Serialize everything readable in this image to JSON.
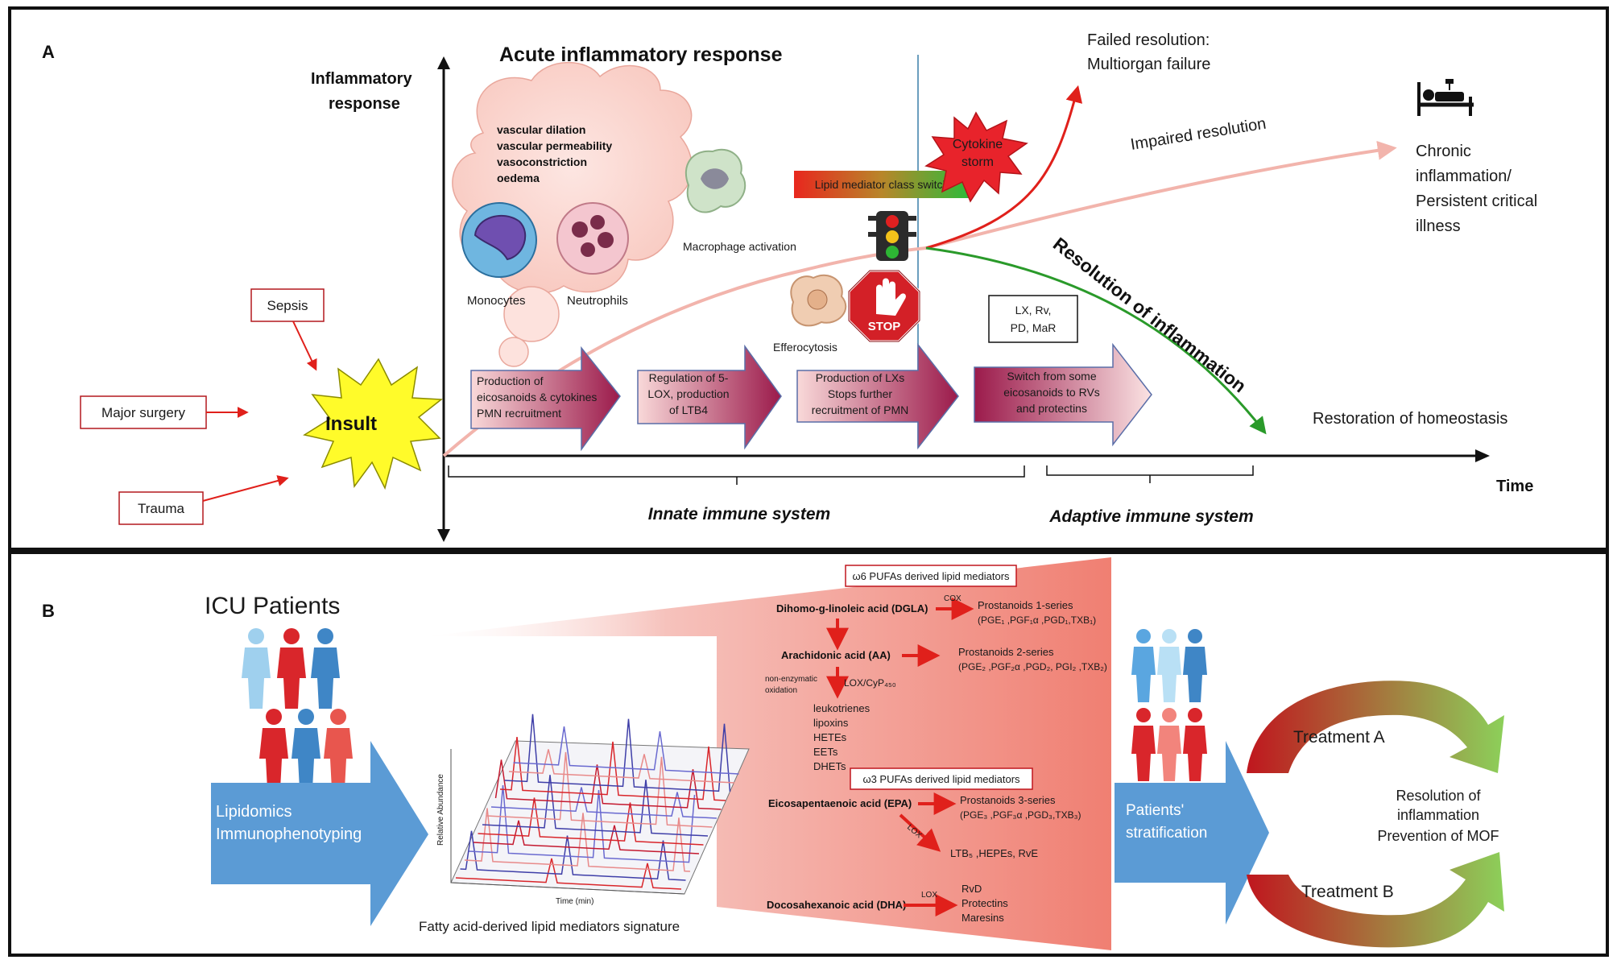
{
  "panel_a": {
    "label": "A",
    "title": "Acute inflammatory response",
    "y_axis": [
      "Inflammatory",
      "response"
    ],
    "x_axis": "Time",
    "insult": "Insult",
    "causes": [
      "Sepsis",
      "Major surgery",
      "Trauma"
    ],
    "cloud_lines": [
      "vascular dilation",
      "vascular permeability",
      "vasoconstriction",
      "oedema"
    ],
    "cells": {
      "monocytes": "Monocytes",
      "neutrophils": "Neutrophils",
      "macrophage": "Macrophage activation",
      "efferocytosis": "Efferocytosis"
    },
    "class_switch": "Lipid mediator class switch",
    "stop": "STOP",
    "cytokine_storm": [
      "Cytokine",
      "storm"
    ],
    "failed_resolution": [
      "Failed resolution:",
      "Multiorgan failure"
    ],
    "impaired_resolution": "Impaired resolution",
    "chronic": [
      "Chronic",
      "inflammation/",
      "Persistent critical",
      "illness"
    ],
    "resolution": "Resolution of inflammation",
    "restoration": "Restoration of homeostasis",
    "mediators_box": [
      "LX, Rv,",
      "PD, MaR"
    ],
    "arrows": [
      [
        "Production of",
        "eicosanoids & cytokines",
        "PMN recruitment"
      ],
      [
        "Regulation of 5-",
        "LOX, production",
        "of LTB4"
      ],
      [
        "Production of LXs",
        "Stops further",
        "recruitment of PMN"
      ],
      [
        "Switch from some",
        "eicosanoids to RVs",
        "and protectins"
      ]
    ],
    "innate": "Innate immune system",
    "adaptive": "Adaptive immune system",
    "colors": {
      "salmon": "#f2b4ac",
      "red": "#e0201b",
      "green": "#2a9a2a",
      "arrow_dark": "#9b1a4b",
      "arrow_light": "#f7d2d2"
    }
  },
  "panel_b": {
    "label": "B",
    "title": "ICU Patients",
    "lipidomics": [
      "Lipidomics",
      "Immunophenotyping"
    ],
    "signature": "Fatty acid-derived lipid mediators signature",
    "plot_xlabel": "Time (min)",
    "plot_zlabel": "Relative Abundance",
    "w6_header": "ω6 PUFAs derived lipid mediators",
    "dgla": "Dihomo-g-linoleic acid (DGLA)",
    "cox": "COX",
    "prost1": "Prostanoids 1-series",
    "prost1_sub": "(PGE₁ ,PGF₁α ,PGD₁,TXB₁)",
    "aa": "Arachidonic acid (AA)",
    "prost2": "Prostanoids 2-series",
    "prost2_sub": "(PGE₂ ,PGF₂α ,PGD₂, PGI₂ ,TXB₂)",
    "nonenzymatic": [
      "non-enzymatic",
      "oxidation"
    ],
    "lox_cyp": "LOX/CyP₄₅₀",
    "aa_products": [
      "leukotrienes",
      "lipoxins",
      "HETEs",
      "EETs",
      "DHETs"
    ],
    "w3_header": "ω3 PUFAs derived lipid mediators",
    "epa": "Eicosapentaenoic acid (EPA)",
    "prost3": "Prostanoids 3-series",
    "prost3_sub": "(PGE₃ ,PGF₃α ,PGD₃,TXB₃)",
    "lox": "LOX",
    "epa_products": "LTB₅ ,HEPEs, RvE",
    "dha": "Docosahexanoic acid (DHA)",
    "dha_products": [
      "RvD",
      "Protectins",
      "Maresins"
    ],
    "stratification": [
      "Patients'",
      "stratification"
    ],
    "treatment_a": "Treatment A",
    "treatment_b": "Treatment B",
    "outcome": [
      "Resolution of",
      "inflammation",
      "Prevention of MOF"
    ],
    "colors": {
      "blue_arrow": "#5b9bd5",
      "pink_fan": "#f08a80",
      "person_red": "#d9262b",
      "person_blue": "#3f86c6",
      "person_light": "#9fd0ee"
    }
  }
}
